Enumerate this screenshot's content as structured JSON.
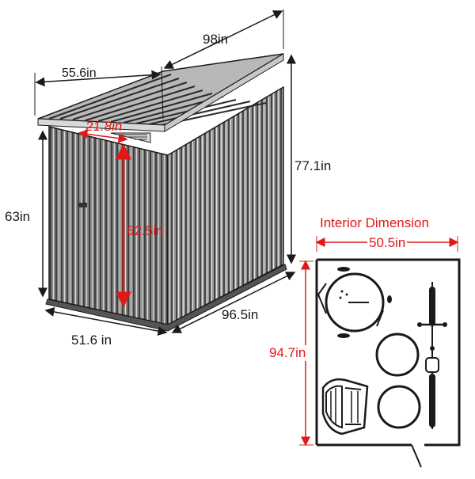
{
  "dimensions": {
    "depth_top": "98in",
    "roof_width": "55.6in",
    "door_width": "21.8in",
    "total_height": "77.1in",
    "front_height": "63in",
    "door_height": "62.5in",
    "base_width": "51.6 in",
    "base_depth": "96.5in"
  },
  "interior": {
    "title": "Interior Dimension",
    "width": "50.5in",
    "depth": "94.7in"
  },
  "colors": {
    "line": "#1a1a1a",
    "accent_red": "#e01818",
    "siding": "#7a7a7a",
    "background": "#ffffff"
  },
  "icons": [
    "bbq-grill-icon",
    "bicycle-icon",
    "tire-icon",
    "lawn-chair-icon"
  ]
}
